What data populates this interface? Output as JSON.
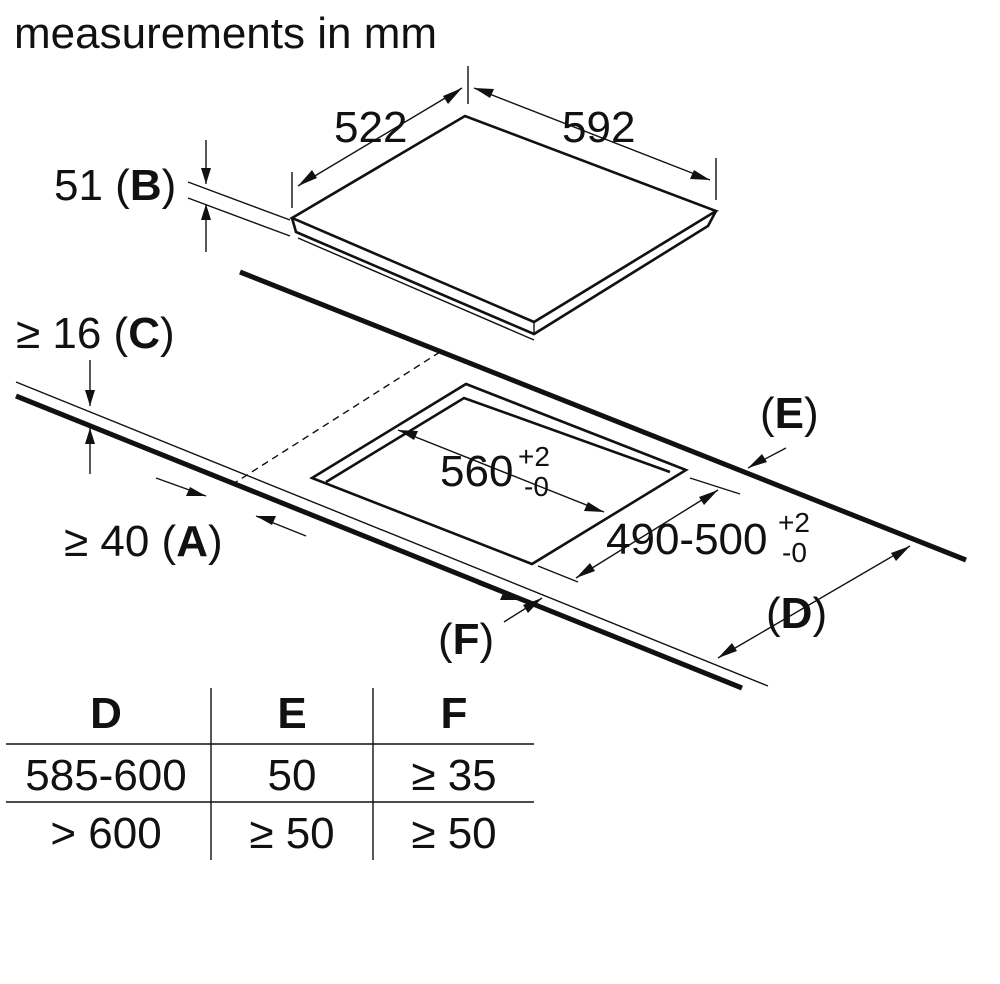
{
  "caption": "measurements in mm",
  "hob": {
    "depth": "522",
    "width": "592",
    "height": "51",
    "height_ref": "B"
  },
  "cutout": {
    "width_base": "560",
    "width_tol_plus": "+2",
    "width_tol_minus": "-0",
    "depth_base": "490-500",
    "depth_tol_plus": "+2",
    "depth_tol_minus": "-0"
  },
  "clearances": {
    "worktop_thickness": "≥ 16",
    "worktop_ref": "C",
    "front_edge": "≥ 40",
    "front_ref": "A",
    "rear_ref": "E",
    "depth_ref": "D",
    "side_ref": "F"
  },
  "table": {
    "headers": [
      "D",
      "E",
      "F"
    ],
    "rows": [
      [
        "585-600",
        "50",
        "≥ 35"
      ],
      [
        "> 600",
        "≥ 50",
        "≥ 50"
      ]
    ]
  }
}
